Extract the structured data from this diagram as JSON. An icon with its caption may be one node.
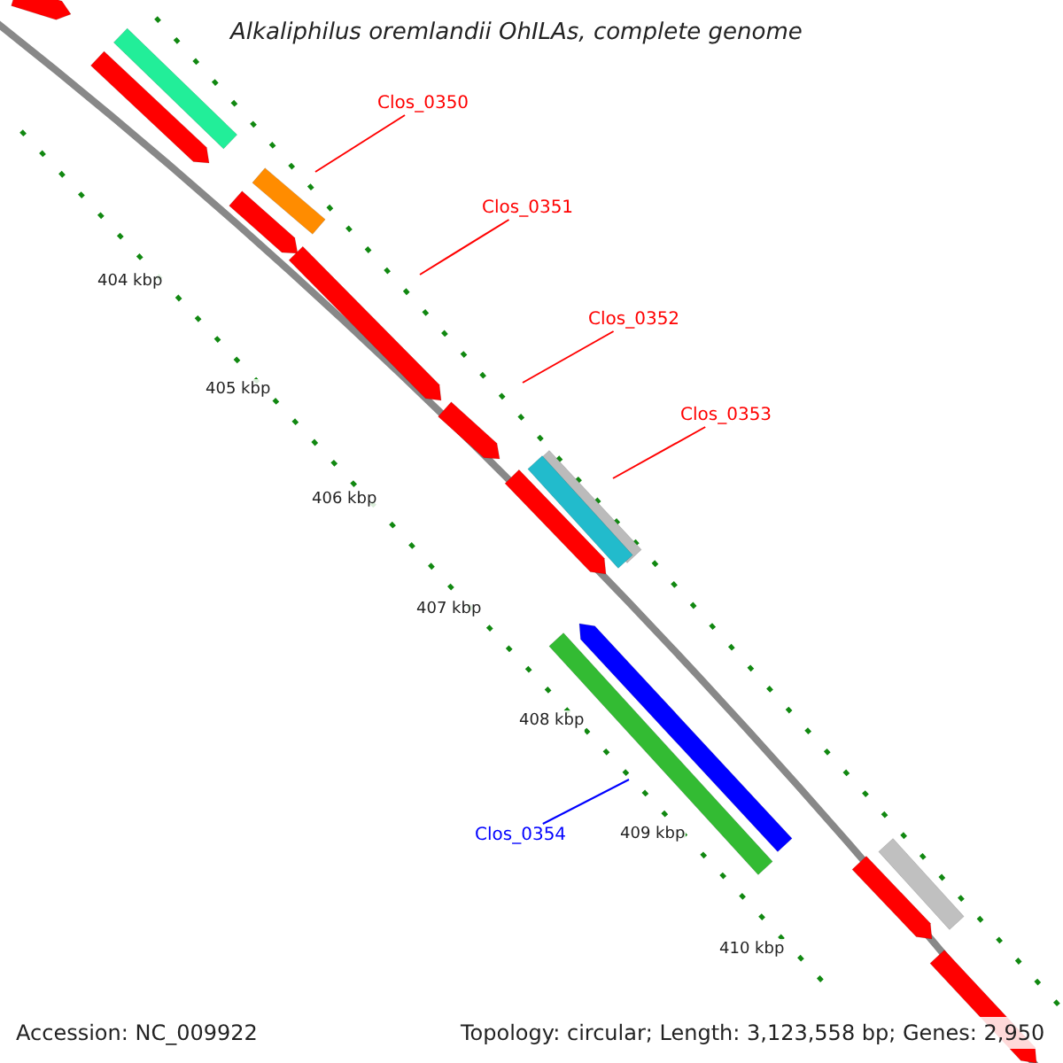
{
  "diagram": {
    "title": "Alkaliphilus oremlandii OhILAs, complete genome",
    "nodes": [
      {
        "text": [
          "Clos_0350"
        ]
      },
      {
        "text": [
          "Clos_0351"
        ]
      },
      {
        "text": [
          "Clos_0352"
        ]
      },
      {
        "text": [
          "Clos_0353"
        ]
      },
      {
        "text": [
          "Clos_0354"
        ]
      }
    ],
    "edges": [
      {
        "from": 0,
        "to": null,
        "arrow": "none"
      },
      {
        "from": 1,
        "to": null,
        "arrow": "none"
      },
      {
        "from": 2,
        "to": null,
        "arrow": "none"
      },
      {
        "from": 3,
        "to": null,
        "arrow": "none"
      },
      {
        "from": 4,
        "to": null,
        "arrow": "none",
        "color": "#0000ff"
      }
    ],
    "labels": [
      "404 kbp",
      "405 kbp",
      "406 kbp",
      "407 kbp",
      "408 kbp",
      "409 kbp",
      "410 kbp",
      "Accession: NC_009922",
      "Topology: circular; Length: 3,123,558 bp; Genes: 2,950"
    ]
  }
}
